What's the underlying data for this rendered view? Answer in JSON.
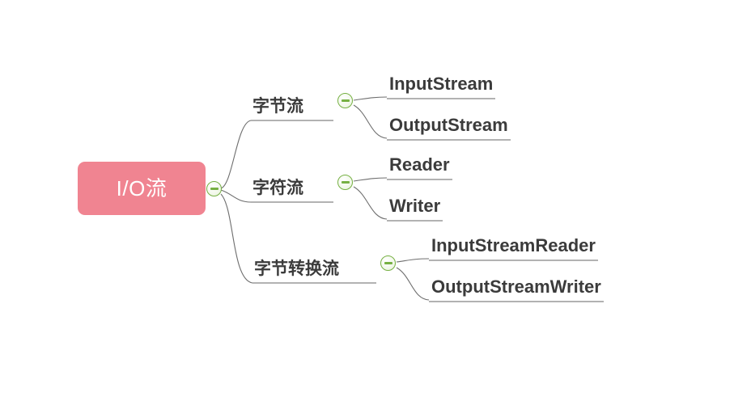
{
  "diagram": {
    "type": "mindmap",
    "title": "I/O流",
    "background_color": "#ffffff",
    "root": {
      "label": "I/O流",
      "fill_color": "#F08491",
      "text_color": "#ffffff",
      "collapse_state": "expanded",
      "toggle_glyph": "−"
    },
    "style": {
      "connector_color": "#6e6e6e",
      "underline_color": "#b2b2b2",
      "node_text_color": "#3b3b3b",
      "toggle_border_color": "#76b043",
      "toggle_fill_color": "#eef7e2"
    },
    "branches": [
      {
        "label": "字节流",
        "collapse_state": "expanded",
        "toggle_glyph": "−",
        "children": [
          {
            "label": "InputStream"
          },
          {
            "label": "OutputStream"
          }
        ]
      },
      {
        "label": "字符流",
        "collapse_state": "expanded",
        "toggle_glyph": "−",
        "children": [
          {
            "label": "Reader"
          },
          {
            "label": "Writer"
          }
        ]
      },
      {
        "label": "字节转换流",
        "collapse_state": "expanded",
        "toggle_glyph": "−",
        "children": [
          {
            "label": "InputStreamReader"
          },
          {
            "label": "OutputStreamWriter"
          }
        ]
      }
    ]
  }
}
